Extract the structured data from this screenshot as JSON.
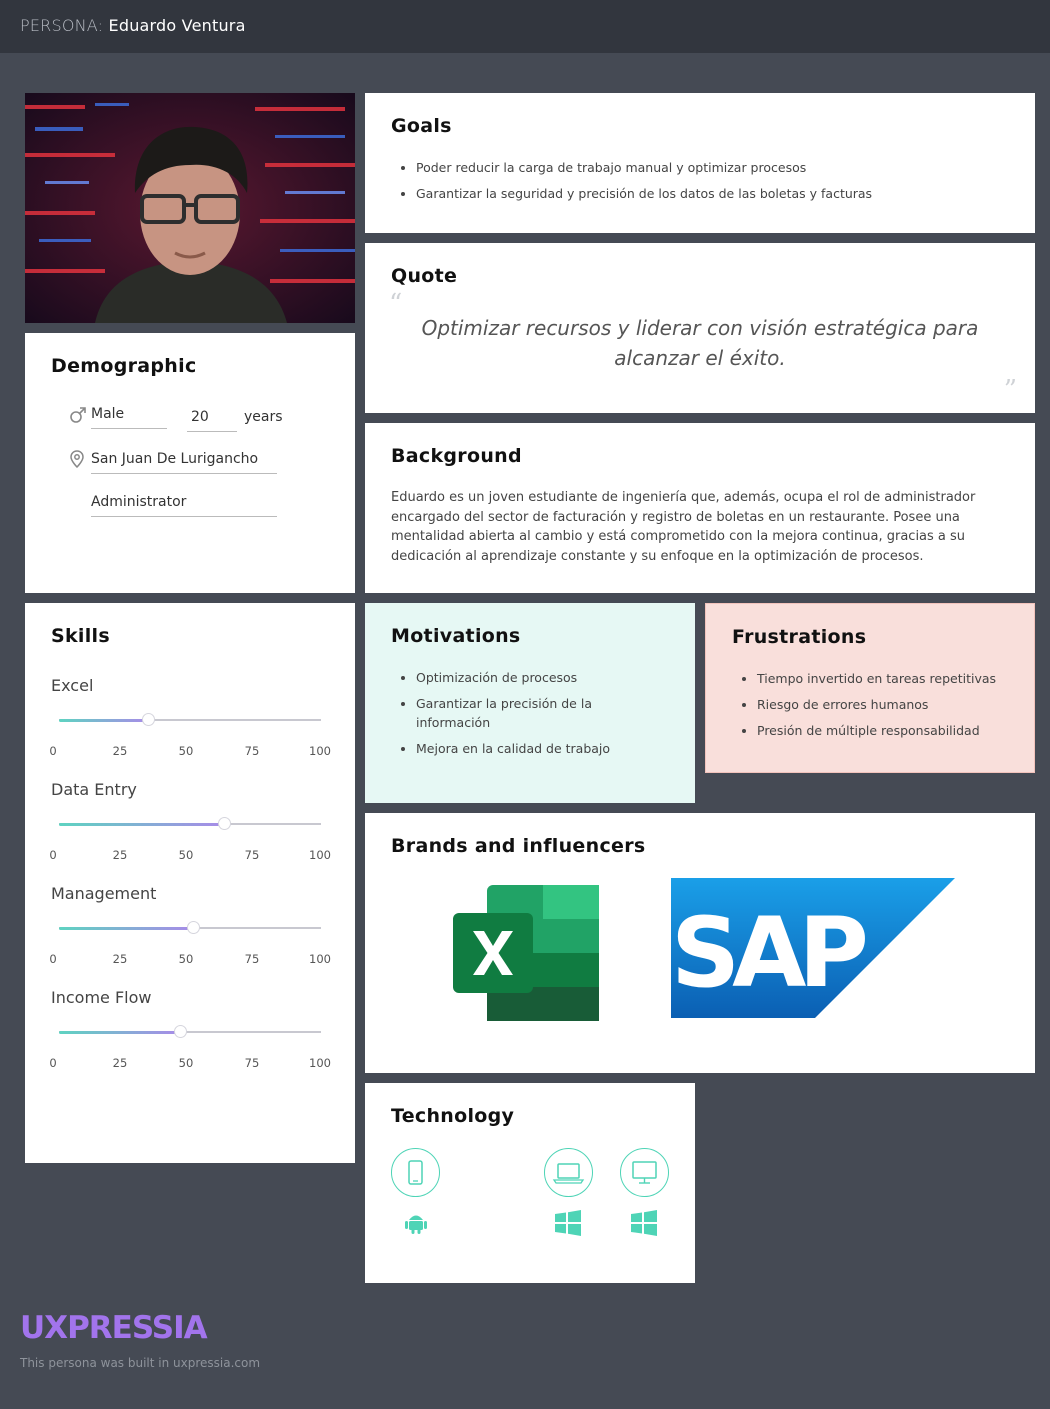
{
  "header": {
    "prefix": "PERSONA:",
    "name": "Eduardo Ventura"
  },
  "goals": {
    "title": "Goals",
    "items": [
      "Poder reducir la carga de trabajo manual y optimizar procesos",
      "Garantizar la seguridad y precisión de los datos de las boletas y facturas"
    ]
  },
  "quote": {
    "title": "Quote",
    "text": "Optimizar recursos y liderar con visión estratégica para alcanzar el éxito."
  },
  "demographic": {
    "title": "Demographic",
    "gender": "Male",
    "age": "20",
    "age_unit": "years",
    "location": "San Juan De Lurigancho",
    "occupation": "Administrator"
  },
  "background": {
    "title": "Background",
    "text": "Eduardo es un joven estudiante de ingeniería que, además, ocupa el rol de administrador encargado del sector de facturación y registro de boletas en un restaurante. Posee una mentalidad abierta al cambio y está comprometido con la mejora continua, gracias a su dedicación al aprendizaje constante y su enfoque en la optimización de procesos."
  },
  "skills": {
    "title": "Skills",
    "scale": [
      "0",
      "25",
      "50",
      "75",
      "100"
    ],
    "items": [
      {
        "label": "Excel",
        "value": 34
      },
      {
        "label": "Data Entry",
        "value": 63
      },
      {
        "label": "Management",
        "value": 51
      },
      {
        "label": "Income Flow",
        "value": 46
      }
    ]
  },
  "motivations": {
    "title": "Motivations",
    "items": [
      "Optimización de procesos",
      "Garantizar la precisión de la información",
      "Mejora en la calidad de trabajo"
    ]
  },
  "frustrations": {
    "title": "Frustrations",
    "items": [
      "Tiempo invertido en tareas repetitivas",
      "Riesgo de errores humanos",
      "Presión de múltiple responsabilidad"
    ]
  },
  "brands": {
    "title": "Brands and influencers",
    "logos": [
      "Excel",
      "SAP"
    ]
  },
  "technology": {
    "title": "Technology",
    "devices": [
      {
        "device": "smartphone-icon",
        "os": "android-icon"
      },
      {
        "device": "laptop-icon",
        "os": "windows-icon"
      },
      {
        "device": "desktop-icon",
        "os": "windows-icon"
      }
    ]
  },
  "footer": {
    "logo": "UXPRESSIA",
    "text": "This persona was built in uxpressia.com"
  },
  "colors": {
    "background": "#454a54",
    "topbar": "#32363e",
    "motivations_bg": "#e6f8f4",
    "frustrations_bg": "#f9dfdb",
    "accent_teal": "#4ed4b6",
    "accent_purple": "#a274ec"
  }
}
